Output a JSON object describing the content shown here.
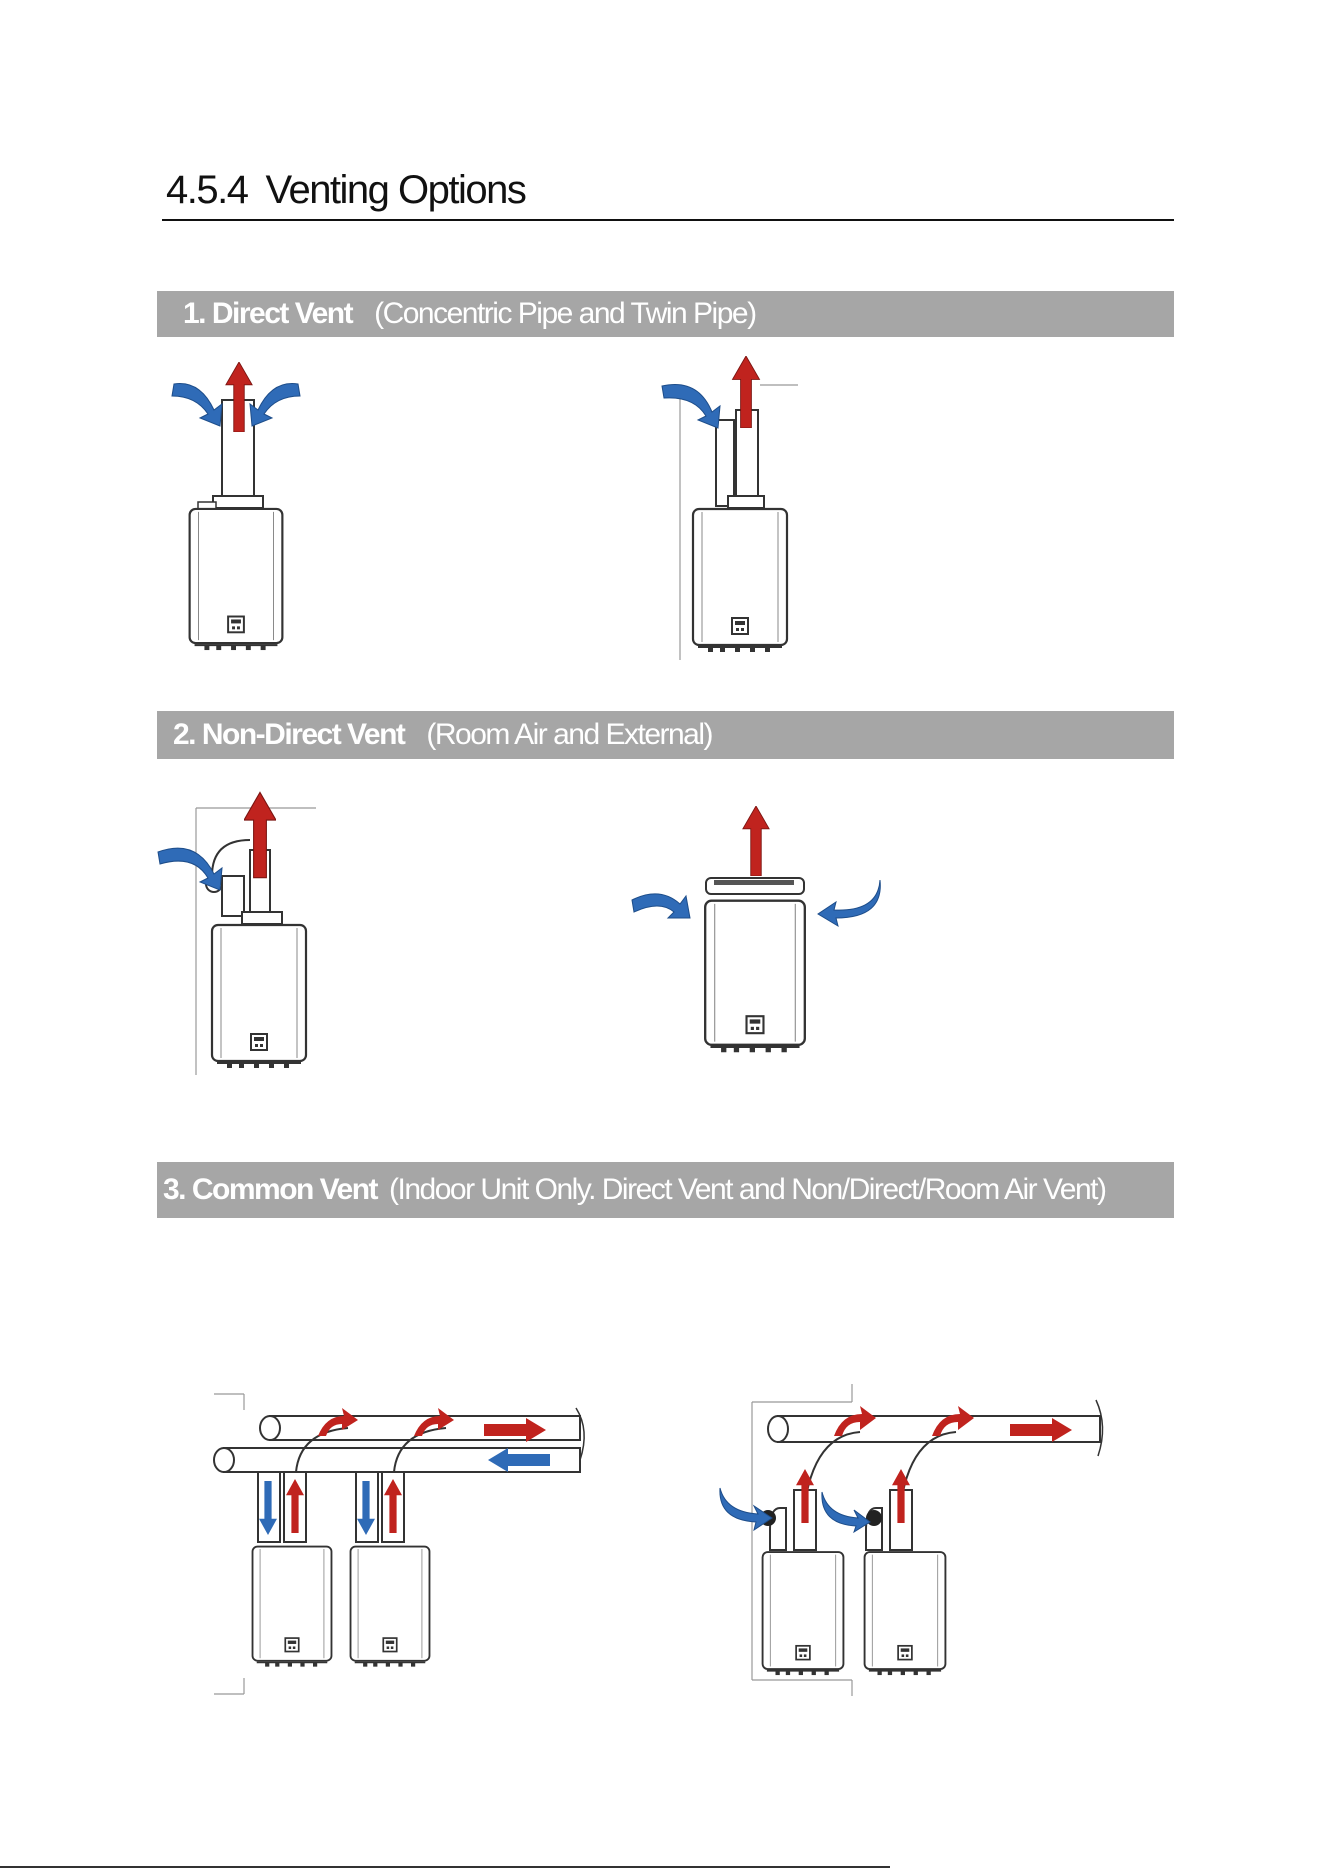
{
  "heading": {
    "number": "4.5.4",
    "title": "Venting Options"
  },
  "sections": [
    {
      "label": "1.  Direct Vent",
      "subtitle": "(Concentric Pipe and Twin Pipe)"
    },
    {
      "label": "2. Non-Direct Vent",
      "subtitle": "(Room Air and External)"
    },
    {
      "label": "3.  Common Vent",
      "subtitle": "(Indoor Unit Only. Direct Vent and Non/Direct/Room Air Vent)"
    }
  ],
  "colors": {
    "exhaust_arrow": "#c0231e",
    "intake_arrow": "#2f6bb7",
    "section_bar": "#a6a6a6",
    "outline": "#333333"
  }
}
